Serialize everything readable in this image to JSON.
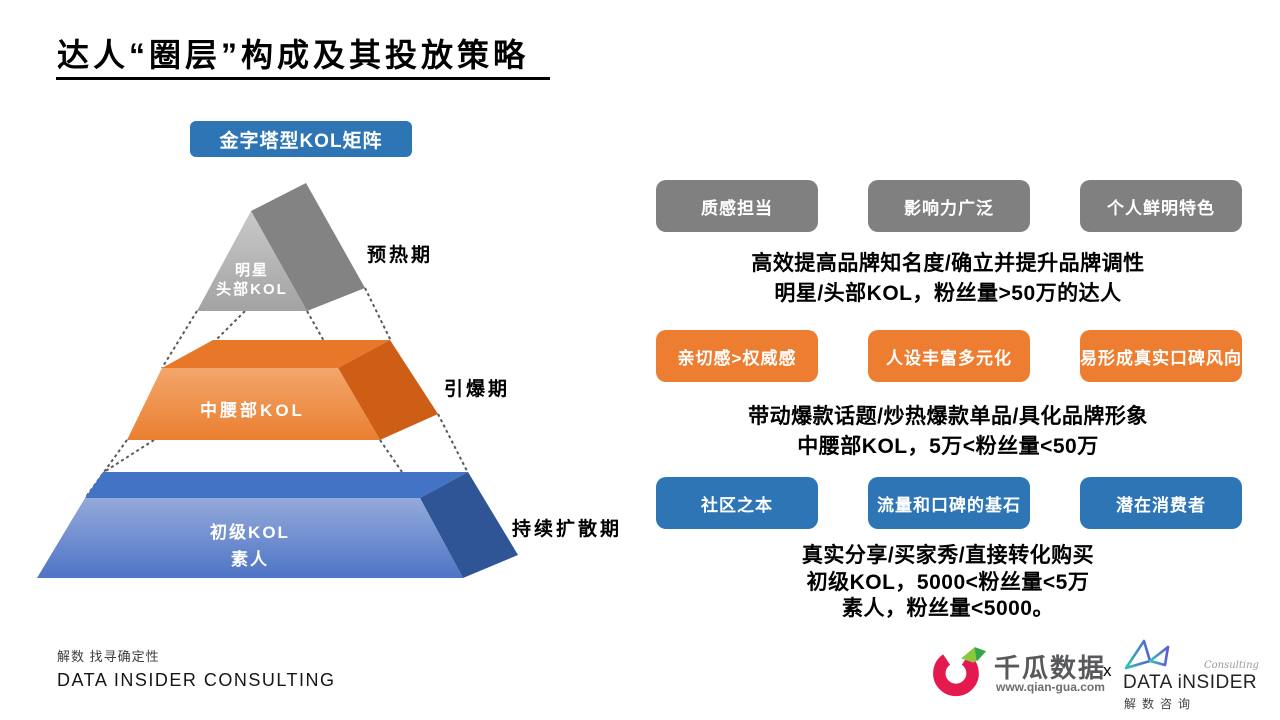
{
  "slide": {
    "title": "达人“圈层”构成及其投放策略",
    "matrix_badge": "金字塔型KOL矩阵"
  },
  "pyramid": {
    "tiers": [
      {
        "label_line1": "明星",
        "label_line2": "头部KOL",
        "stage": "预热期",
        "side_color": "#838383"
      },
      {
        "label_line1": "中腰部KOL",
        "stage": "引爆期",
        "top_color": "#E8772A",
        "side_color": "#CE5E15"
      },
      {
        "label_line1": "初级KOL",
        "label_line2": "素人",
        "stage": "持续扩散期",
        "top_color": "#4273C4",
        "side_color": "#2F5597"
      }
    ]
  },
  "groups": [
    {
      "theme_color": "#808080",
      "badges": [
        "质感担当",
        "影响力广泛",
        "个人鲜明特色"
      ],
      "lines": [
        "高效提高品牌知名度/确立并提升品牌调性",
        "明星/头部KOL，粉丝量>50万的达人"
      ]
    },
    {
      "theme_color": "#ED7D31",
      "badges": [
        "亲切感>权威感",
        "人设丰富多元化",
        "易形成真实口碑风向"
      ],
      "lines": [
        "带动爆款话题/炒热爆款单品/具化品牌形象",
        "中腰部KOL，5万<粉丝量<50万"
      ]
    },
    {
      "theme_color": "#2E75B6",
      "badges": [
        "社区之本",
        "流量和口碑的基石",
        "潜在消费者"
      ],
      "lines": [
        "真实分享/买家秀/直接转化购买",
        "初级KOL，5000<粉丝量<5万",
        "素人，粉丝量<5000。"
      ]
    }
  ],
  "footer": {
    "tagline": "解数 找寻确定性",
    "company": "DATA INSIDER CONSULTING"
  },
  "partners": {
    "qiangua_name": "千瓜数据",
    "qiangua_url": "www.qian-gua.com",
    "separator": "x",
    "di_name": "DATA iNSIDER",
    "di_consulting": "Consulting",
    "di_cn": "解数咨询"
  },
  "colors": {
    "accent_blue": "#2E75B6",
    "accent_orange": "#ED7D31",
    "accent_gray": "#808080",
    "pyramid_blue": "#4472C4",
    "brand_red": "#E41A4E",
    "brand_green": "#8CC63F"
  }
}
